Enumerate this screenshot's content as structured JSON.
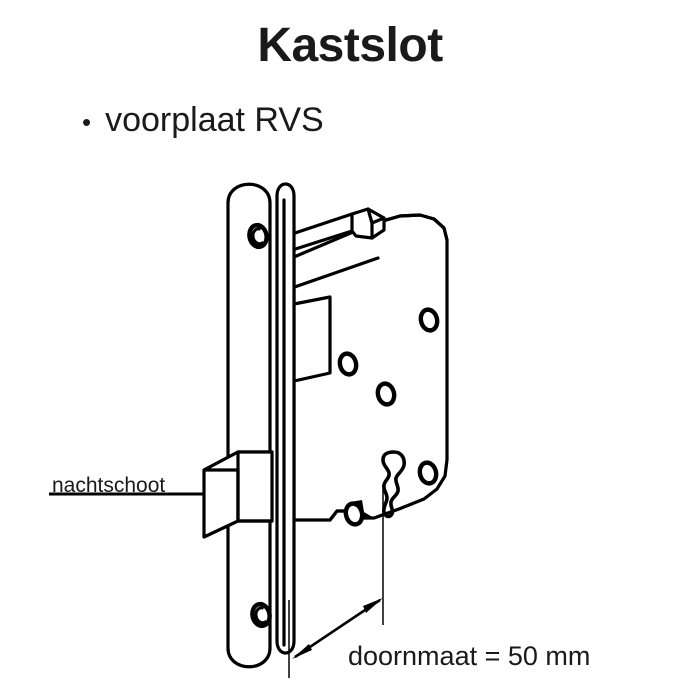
{
  "document": {
    "title": "Kastslot",
    "language": "nl",
    "subject": "mortise lock technical drawing"
  },
  "bullets": [
    {
      "marker": "•",
      "text": "voorplaat RVS"
    }
  ],
  "labels": {
    "deadbolt": "nachtschoot",
    "dimension": "doornmaat = 50 mm"
  },
  "diagram": {
    "type": "line-drawing",
    "parts": [
      {
        "name": "voorplaat",
        "description": "faceplate with rounded ends"
      },
      {
        "name": "nachtschoot",
        "description": "deadbolt block"
      },
      {
        "name": "dagschoot",
        "description": "latch bolt at top"
      },
      {
        "name": "slotkast",
        "description": "lock case body"
      },
      {
        "name": "sleutelgat",
        "description": "keyhole"
      }
    ],
    "screw_holes": 2,
    "case_holes": 4,
    "dimension_value": "50 mm",
    "dimension_name": "doornmaat"
  },
  "colors": {
    "stroke": "#000000",
    "fill": "#ffffff",
    "text": "#1a1a1a",
    "background": "#ffffff"
  }
}
